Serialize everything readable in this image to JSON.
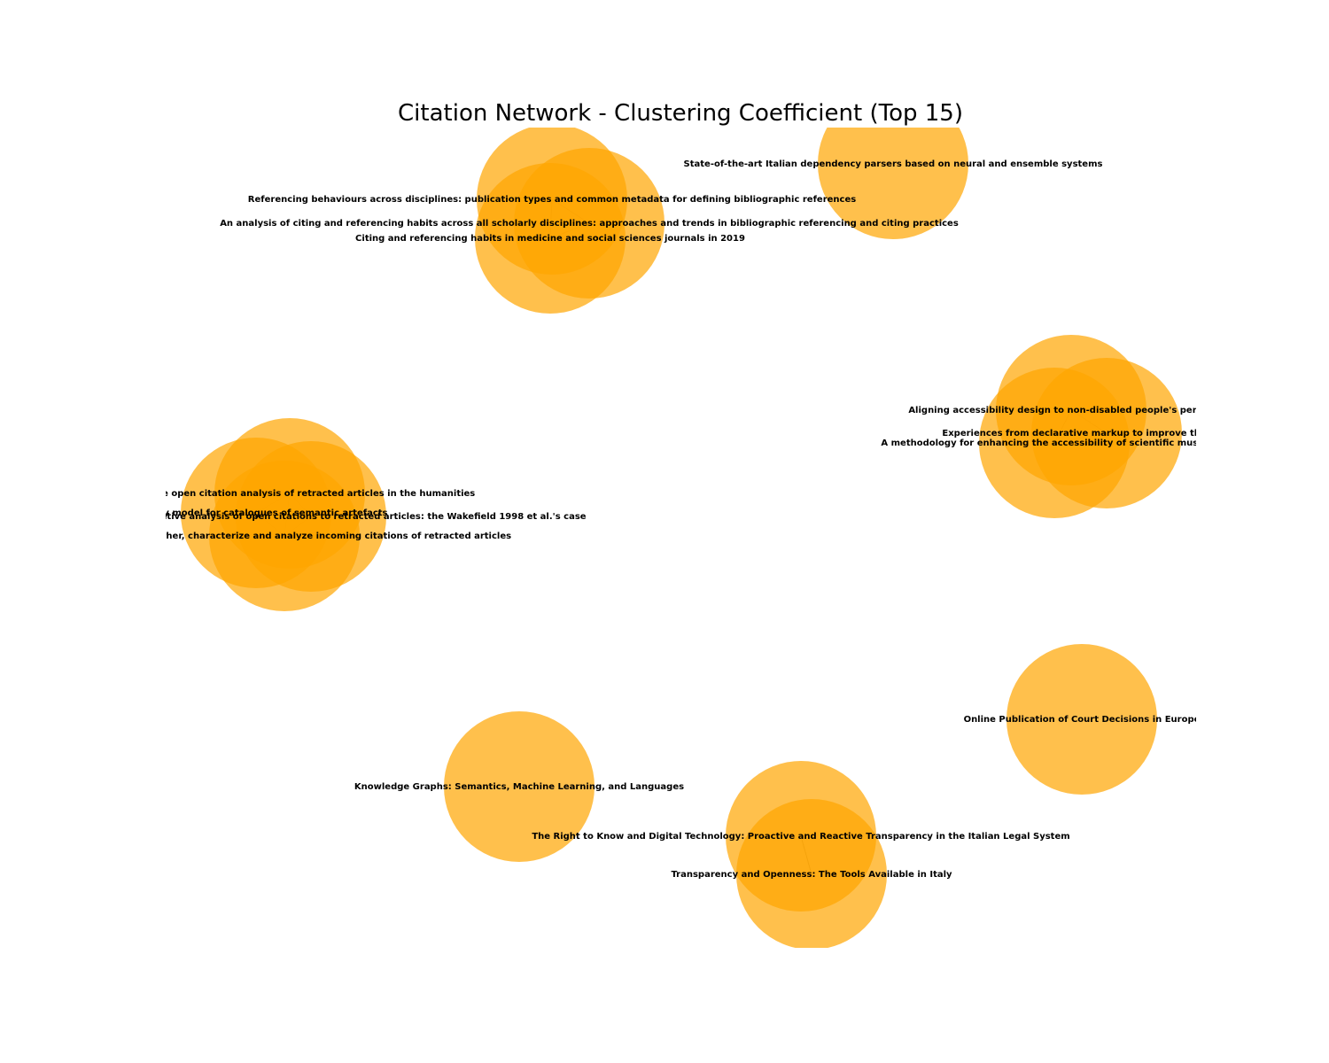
{
  "title": "Citation Network - Clustering Coefficient (Top 15)",
  "node_color": "#FFA500",
  "node_opacity": 0.7,
  "nodes": [
    {
      "label": "State-of-the-art Italian dependency parsers based on neural and ensemble systems"
    },
    {
      "label": "Referencing behaviours across disciplines: publication types and common metadata for defining bibliographic references"
    },
    {
      "label": "An analysis of citing and referencing habits across all scholarly disciplines: approaches and trends in bibliographic referencing and citing practices"
    },
    {
      "label": "Citing and referencing habits in medicine and social sciences journals in 2019"
    },
    {
      "label": "Aligning accessibility design to non-disabled people's perception"
    },
    {
      "label": "Experiences from declarative markup to improve the accessibility"
    },
    {
      "label": "A methodology for enhancing the accessibility of scientific museum's"
    },
    {
      "label": "A qualitative open citation analysis of retracted articles in the humanities"
    },
    {
      "label": "A quality model for catalogues of semantic artefacts"
    },
    {
      "label": "A qualitative and quantitative analysis of open citations to retracted articles: the Wakefield 1998 et al.'s case"
    },
    {
      "label": "A methodology to gather, characterize and analyze incoming citations of retracted articles"
    },
    {
      "label": "Online Publication of Court Decisions in Europe"
    },
    {
      "label": "Knowledge Graphs: Semantics, Machine Learning, and Languages"
    },
    {
      "label": "The Right to Know and Digital Technology: Proactive and Reactive Transparency in the Italian Legal System"
    },
    {
      "label": "Transparency and Openness: The Tools Available in Italy"
    }
  ]
}
